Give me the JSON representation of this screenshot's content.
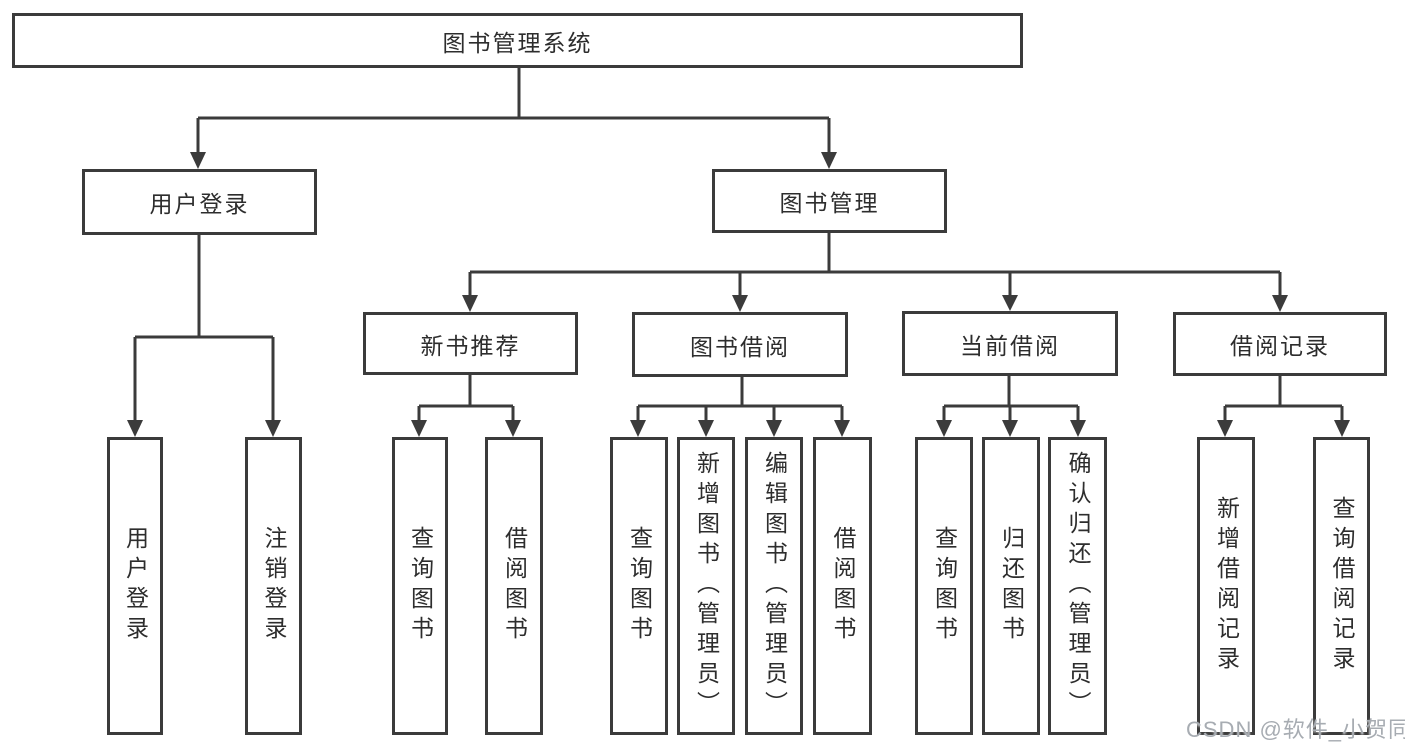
{
  "diagram": {
    "root": {
      "label": "图书管理系统"
    },
    "level2": [
      {
        "label": "用户登录"
      },
      {
        "label": "图书管理"
      }
    ],
    "level3": [
      {
        "label": "新书推荐"
      },
      {
        "label": "图书借阅"
      },
      {
        "label": "当前借阅"
      },
      {
        "label": "借阅记录"
      }
    ],
    "leaves": {
      "user_login": [
        {
          "label": "用户登录"
        },
        {
          "label": "注销登录"
        }
      ],
      "new_book": [
        {
          "label": "查询图书"
        },
        {
          "label": "借阅图书"
        }
      ],
      "book_borrow": [
        {
          "label": "查询图书"
        },
        {
          "label": "新增图书（管理员）"
        },
        {
          "label": "编辑图书（管理员）"
        },
        {
          "label": "借阅图书"
        }
      ],
      "current_borrow": [
        {
          "label": "查询图书"
        },
        {
          "label": "归还图书"
        },
        {
          "label": "确认归还（管理员）"
        }
      ],
      "borrow_record": [
        {
          "label": "新增借阅记录"
        },
        {
          "label": "查询借阅记录"
        }
      ]
    }
  },
  "watermark": {
    "text": "CSDN @软件_小贺同学"
  },
  "colors": {
    "line": "#3b3b3b",
    "text": "#2d2d2d",
    "watermark": "#a7acb2",
    "background": "#ffffff"
  }
}
